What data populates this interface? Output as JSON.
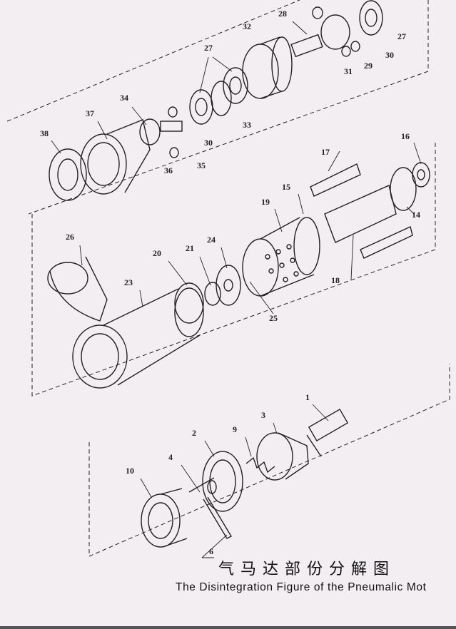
{
  "title_cn": "气马达部份分解图",
  "title_en": "The Disintegration Figure of the Pneumalic Mot",
  "part_labels": [
    {
      "id": "28",
      "text": "28"
    },
    {
      "id": "27a",
      "text": "27"
    },
    {
      "id": "30a",
      "text": "30"
    },
    {
      "id": "31",
      "text": "31"
    },
    {
      "id": "29",
      "text": "29"
    },
    {
      "id": "32",
      "text": "32"
    },
    {
      "id": "27b",
      "text": "27"
    },
    {
      "id": "33",
      "text": "33"
    },
    {
      "id": "34",
      "text": "34"
    },
    {
      "id": "37",
      "text": "37"
    },
    {
      "id": "38",
      "text": "38"
    },
    {
      "id": "30b",
      "text": "30"
    },
    {
      "id": "35",
      "text": "35"
    },
    {
      "id": "36",
      "text": "36"
    },
    {
      "id": "16",
      "text": "16"
    },
    {
      "id": "17",
      "text": "17"
    },
    {
      "id": "15",
      "text": "15"
    },
    {
      "id": "19",
      "text": "19"
    },
    {
      "id": "14",
      "text": "14"
    },
    {
      "id": "18",
      "text": "18"
    },
    {
      "id": "26",
      "text": "26"
    },
    {
      "id": "20",
      "text": "20"
    },
    {
      "id": "21",
      "text": "21"
    },
    {
      "id": "24",
      "text": "24"
    },
    {
      "id": "23",
      "text": "23"
    },
    {
      "id": "25",
      "text": "25"
    },
    {
      "id": "1",
      "text": "1"
    },
    {
      "id": "3",
      "text": "3"
    },
    {
      "id": "2",
      "text": "2"
    },
    {
      "id": "9",
      "text": "9"
    },
    {
      "id": "4",
      "text": "4"
    },
    {
      "id": "10",
      "text": "10"
    },
    {
      "id": "6",
      "text": "6"
    }
  ]
}
